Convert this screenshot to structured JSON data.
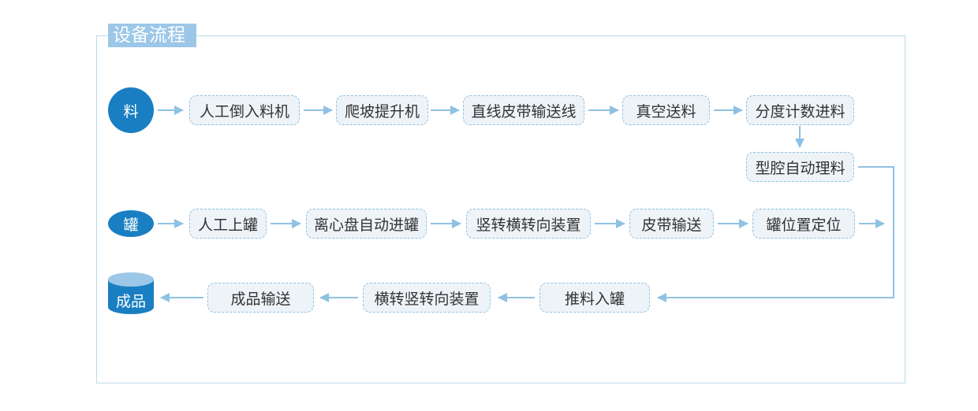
{
  "title": "设备流程",
  "start_nodes": {
    "material": "料",
    "can": "罐"
  },
  "end_node": "成品",
  "steps": {
    "s1": "人工倒入料机",
    "s2": "爬坡提升机",
    "s3": "直线皮带输送线",
    "s4": "真空送料",
    "s5": "分度计数进料",
    "s6": "型腔自动理料",
    "c1": "人工上罐",
    "c2": "离心盘自动进罐",
    "c3": "竖转横转向装置",
    "c4": "皮带输送",
    "c5": "罐位置定位",
    "r1": "推料入罐",
    "r2": "横转竖转向装置",
    "r3": "成品输送"
  },
  "colors": {
    "accent": "#1a7fc2",
    "title_bg": "#9cc7e8",
    "arrow": "#8fc1e3",
    "box_bg": "#eef3f8",
    "box_border": "#8fc4e4",
    "frame": "#bcdbe9"
  }
}
